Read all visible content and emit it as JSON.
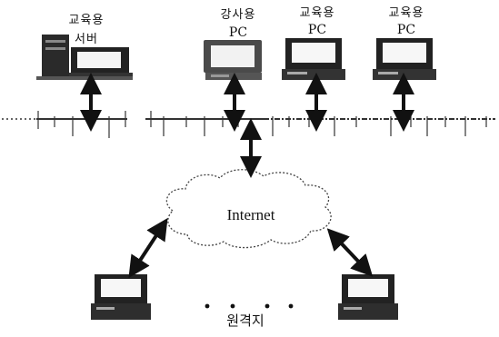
{
  "nodes": {
    "server": {
      "line1": "교육용",
      "line2": "서버"
    },
    "instructor_pc": {
      "line1": "강사용",
      "line2": "PC"
    },
    "edu_pc_1": {
      "line1": "교육용",
      "line2": "PC"
    },
    "edu_pc_2": {
      "line1": "교육용",
      "line2": "PC"
    }
  },
  "network": {
    "internet_label": "Internet"
  },
  "remote": {
    "label": "원격지"
  }
}
